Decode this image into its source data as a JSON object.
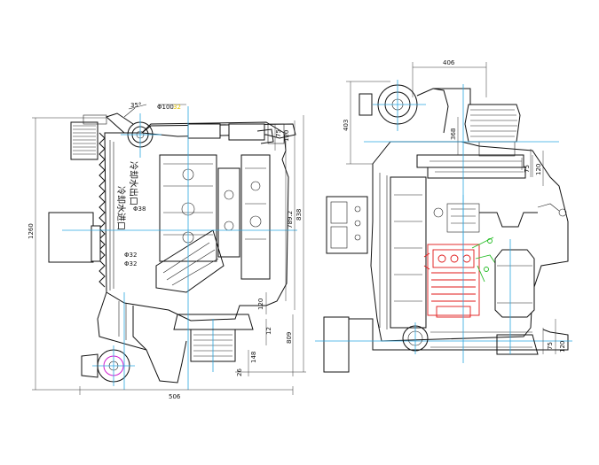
{
  "dimensions": {
    "angle": "35°",
    "flywheel_dia": "Φ100",
    "flywheel_dia_suffix": "32",
    "outer_height": "1260",
    "dim_789": "789.2",
    "dim_838": "838",
    "dim_75_top": "75",
    "dim_120_top": "120",
    "dim_120_mid": "120",
    "dim_12": "12",
    "dim_809": "809",
    "dim_26": "26",
    "dim_148": "148",
    "width_506": "506",
    "dia_38": "Φ38",
    "dia_32a": "Φ32",
    "dia_32b": "Φ32",
    "width_406": "406",
    "height_403": "403",
    "dim_368": "368",
    "dim_75_right": "75",
    "dim_120_right": "120",
    "dim_75_bottom": "75",
    "dim_120_bottom": "120"
  },
  "labels": {
    "coolant_inlet": "冷却水进口",
    "coolant_outlet": "冷却水出口"
  },
  "colors": {
    "line": "#111111",
    "centerline": "#2aa6e0",
    "fuel_pump": "#e01818",
    "piping": "#22bb22",
    "port_highlight": "#d020d0",
    "annotation": "#e0c000"
  }
}
